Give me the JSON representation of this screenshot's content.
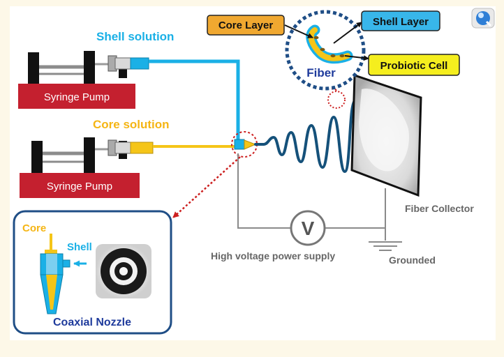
{
  "labels": {
    "shell_solution": "Shell solution",
    "core_solution": "Core solution",
    "syringe_pump_top": "Syringe Pump",
    "syringe_pump_bottom": "Syringe Pump",
    "core_layer": "Core Layer",
    "shell_layer": "Shell Layer",
    "probiotic_cell": "Probiotic Cell",
    "fiber": "Fiber",
    "fiber_collector": "Fiber Collector",
    "voltmeter_symbol": "V",
    "high_voltage": "High voltage power supply",
    "grounded": "Grounded",
    "nozzle_core": "Core",
    "nozzle_shell": "Shell",
    "coaxial_nozzle": "Coaxial Nozzle"
  },
  "icons": {
    "corner": "magnifier-badge-icon"
  },
  "colors": {
    "shell_blue": "#1ab0e6",
    "core_yellow": "#f5c518",
    "pump_red": "#c4202f",
    "fiber_navy": "#15517a",
    "dotted_red": "#cc1f1f",
    "box_orange": "#f0a830",
    "box_blue": "#38b6ea",
    "box_yellow": "#f5ee1e",
    "wire_gray": "#8a8a8a",
    "nozzle_border": "#1f4e86",
    "label_blue_dark": "#1f3b9c"
  }
}
